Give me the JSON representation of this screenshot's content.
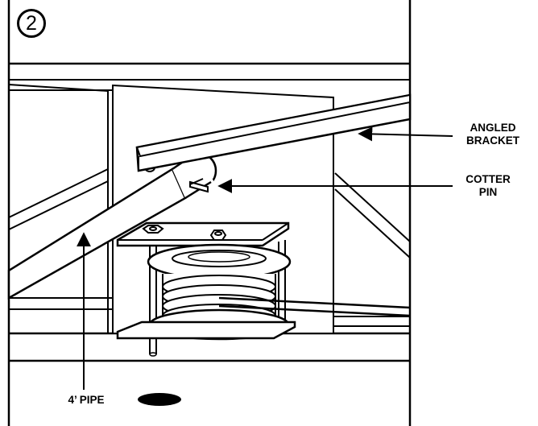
{
  "figure": {
    "step_number": "2",
    "labels": {
      "angled_bracket_line1": "ANGLED",
      "angled_bracket_line2": "BRACKET",
      "cotter_pin_line1": "COTTER",
      "cotter_pin_line2": "PIN",
      "pipe": "4’ PIPE"
    }
  }
}
